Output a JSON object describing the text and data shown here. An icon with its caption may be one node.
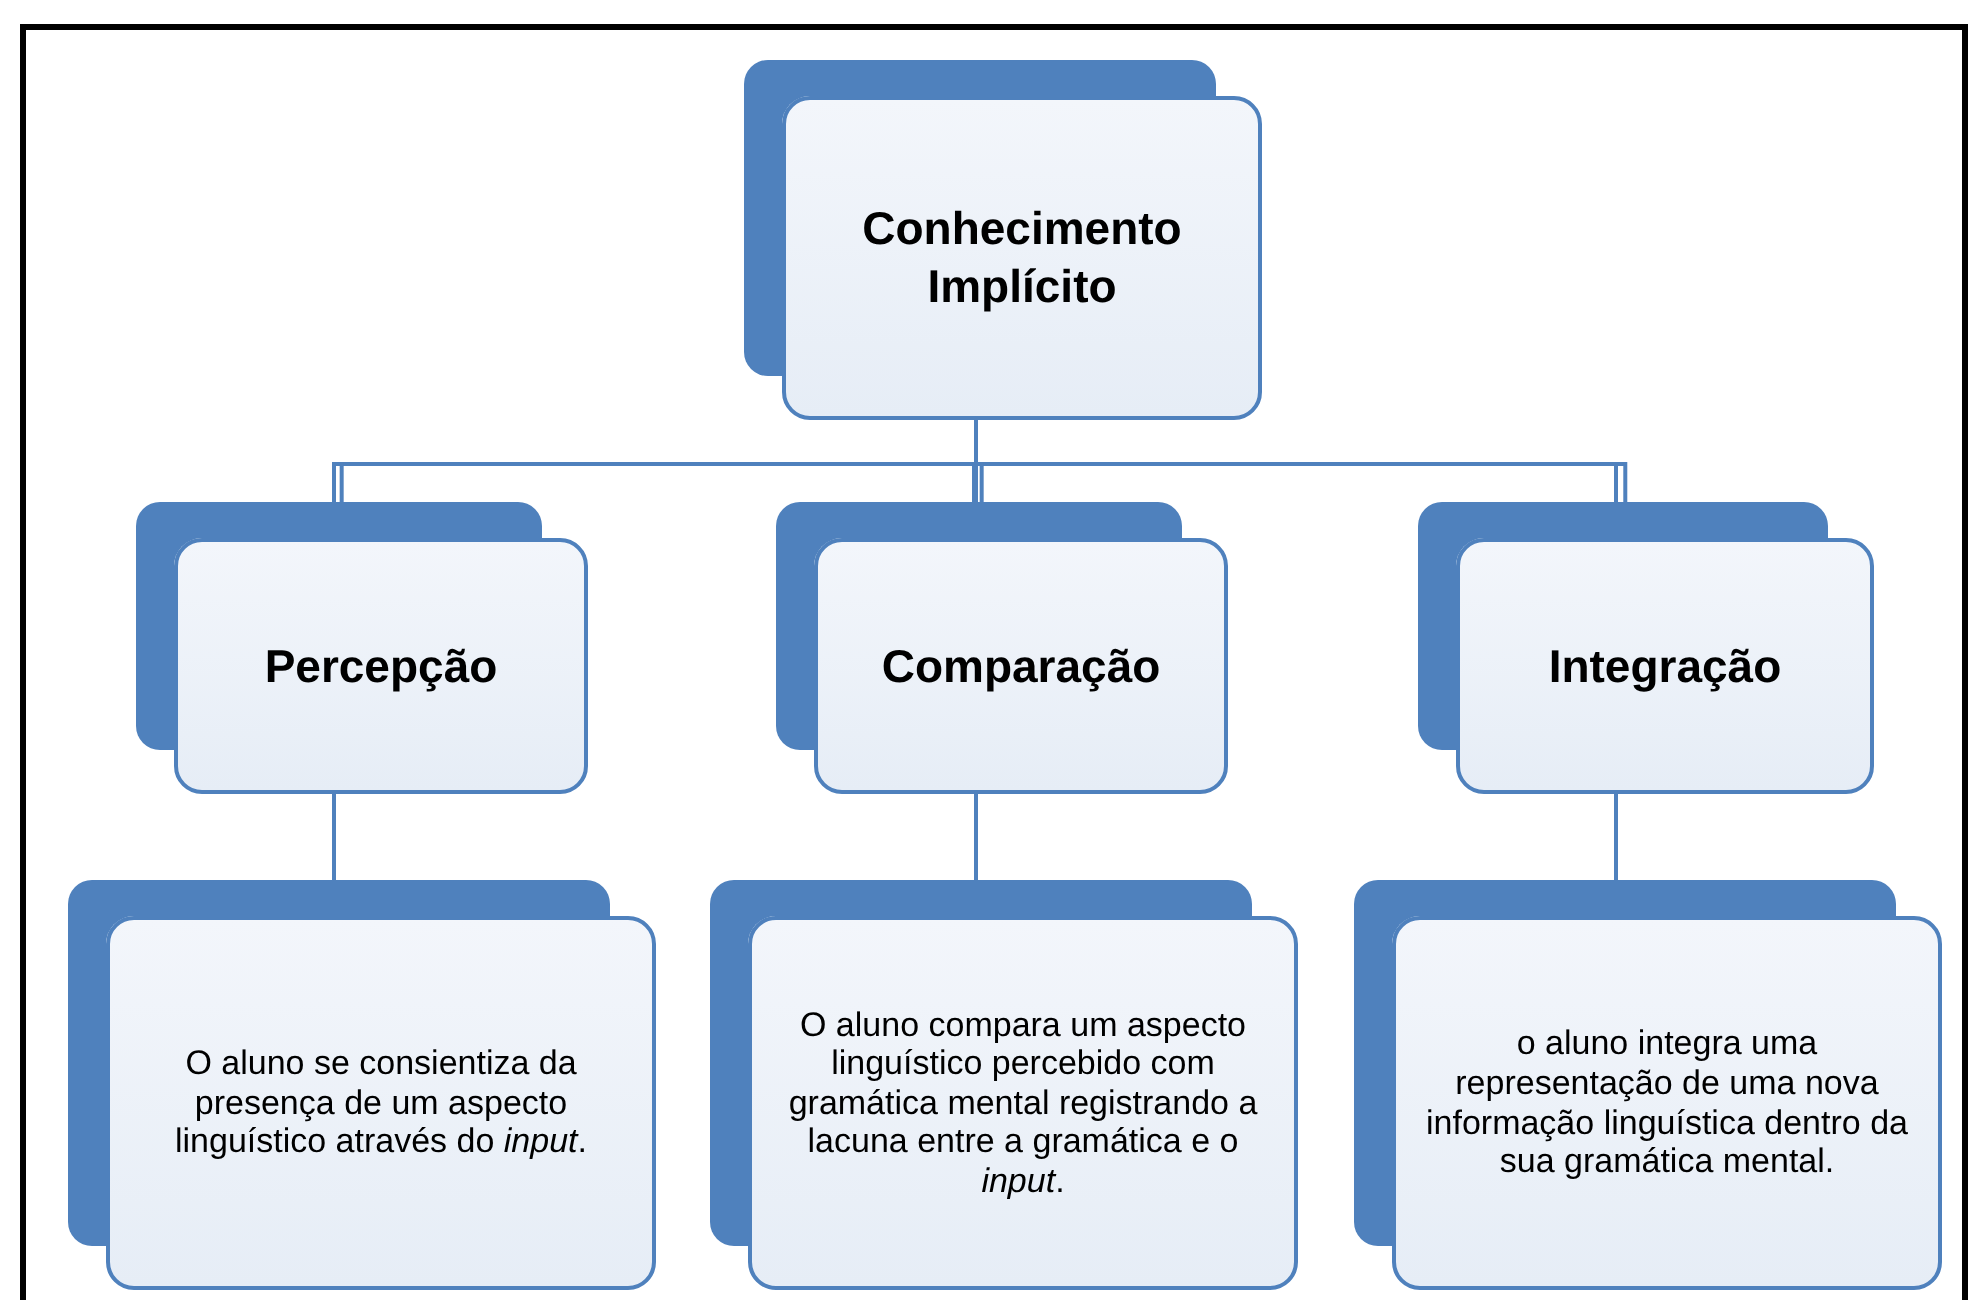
{
  "diagram": {
    "nodes": [
      {
        "text": [
          "Conhecimento Implícito"
        ]
      },
      {
        "text": [
          "Percepção"
        ]
      },
      {
        "text": [
          "Comparação"
        ]
      },
      {
        "text": [
          "Integração"
        ]
      },
      {
        "text": [
          "O aluno se consientiza da presença de um aspecto linguístico através do *input*."
        ]
      },
      {
        "text": [
          "O aluno compara um aspecto linguístico percebido com gramática mental registrando a lacuna entre a gramática e o *input*."
        ]
      },
      {
        "text": [
          "o aluno integra uma representação de uma nova informação linguística dentro da sua gramática mental."
        ]
      }
    ],
    "edges": [
      {
        "from": 0,
        "to": 1,
        "arrow": "none"
      },
      {
        "from": 0,
        "to": 2,
        "arrow": "none"
      },
      {
        "from": 0,
        "to": 3,
        "arrow": "none"
      },
      {
        "from": 1,
        "to": 4,
        "arrow": "none"
      },
      {
        "from": 2,
        "to": 5,
        "arrow": "none"
      },
      {
        "from": 3,
        "to": 6,
        "arrow": "none"
      }
    ]
  }
}
